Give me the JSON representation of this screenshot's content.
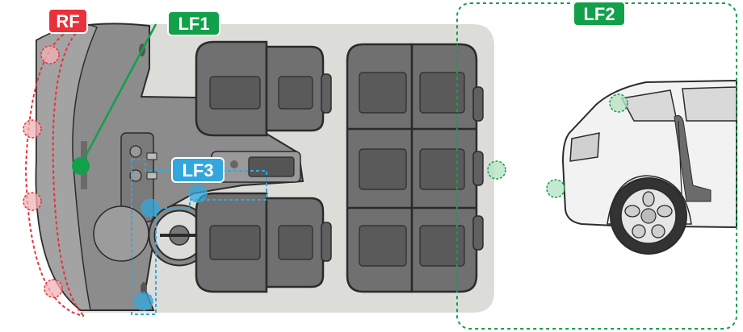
{
  "labels": {
    "rf": "RF",
    "lf1": "LF1",
    "lf2": "LF2",
    "lf3": "LF3"
  },
  "colors": {
    "rf": "#e8313a",
    "lf1": "#12a04a",
    "lf2": "#12a04a",
    "lf3": "#33a7dd",
    "cabin": "#dcdcd8",
    "dash": "#8c8c8c",
    "seat": "#707070",
    "seat_dark": "#4d4d4d",
    "outline": "#2b2b2b"
  },
  "icons": {
    "sensor_rf": "red-dashed-circle",
    "sensor_lf1": "green-solid-dot",
    "sensor_lf2": "green-dashed-circle",
    "sensor_lf3": "blue-dashed-circle"
  }
}
